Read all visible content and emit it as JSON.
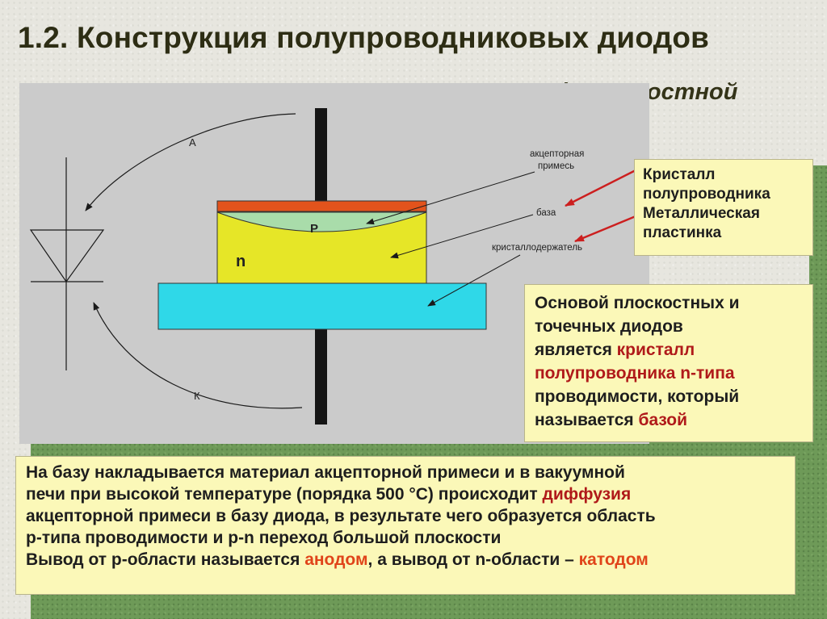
{
  "title": "1.2. Конструкция полупроводниковых диодов",
  "subtitle": [
    "1) Плоскостной",
    "диод"
  ],
  "diagram": {
    "label_anode": "А",
    "label_cathode": "К",
    "label_p": "P",
    "label_n": "n",
    "callout_acceptor": [
      "акцепторная",
      "примесь"
    ],
    "callout_base": "база",
    "callout_holder": "кристаллодержатель"
  },
  "box1_lines": [
    "Кристалл",
    "полупроводника",
    "Металлическая",
    "пластинка"
  ],
  "box2": {
    "line1": "Основой плоскостных и",
    "line2": "точечных диодов",
    "line3_plain": "является ",
    "line3_red": "кристалл",
    "line4_red": "полупроводника n-типа",
    "line5": "проводимости, который",
    "line6_plain": "называется ",
    "line6_red": "базой"
  },
  "box3": {
    "l1": "На базу накладывается материал акцепторной примеси и в вакуумной",
    "l2_plain": "печи при высокой температуре (порядка 500 °С) происходит ",
    "l2_red": "диффузия",
    "l3": "акцепторной примеси в базу диода, в результате чего образуется область",
    "l4": "р-типа проводимости и p-n переход большой плоскости",
    "l5_a": "Вывод от р-области называется ",
    "l5_b": "анодом",
    "l5_c": ", а вывод от n-области – ",
    "l5_d": "катодом"
  },
  "colors": {
    "metal_plate": "#e2531c",
    "p_region": "#a9dcaa",
    "n_base": "#e6e627",
    "crystal_holder": "#2fd8e8",
    "lead": "#151515",
    "box_fill": "#fbf8b8",
    "highlight_red": "#b01a1a",
    "highlight_orange": "#e0441a",
    "green_band": "#6e9a58"
  }
}
